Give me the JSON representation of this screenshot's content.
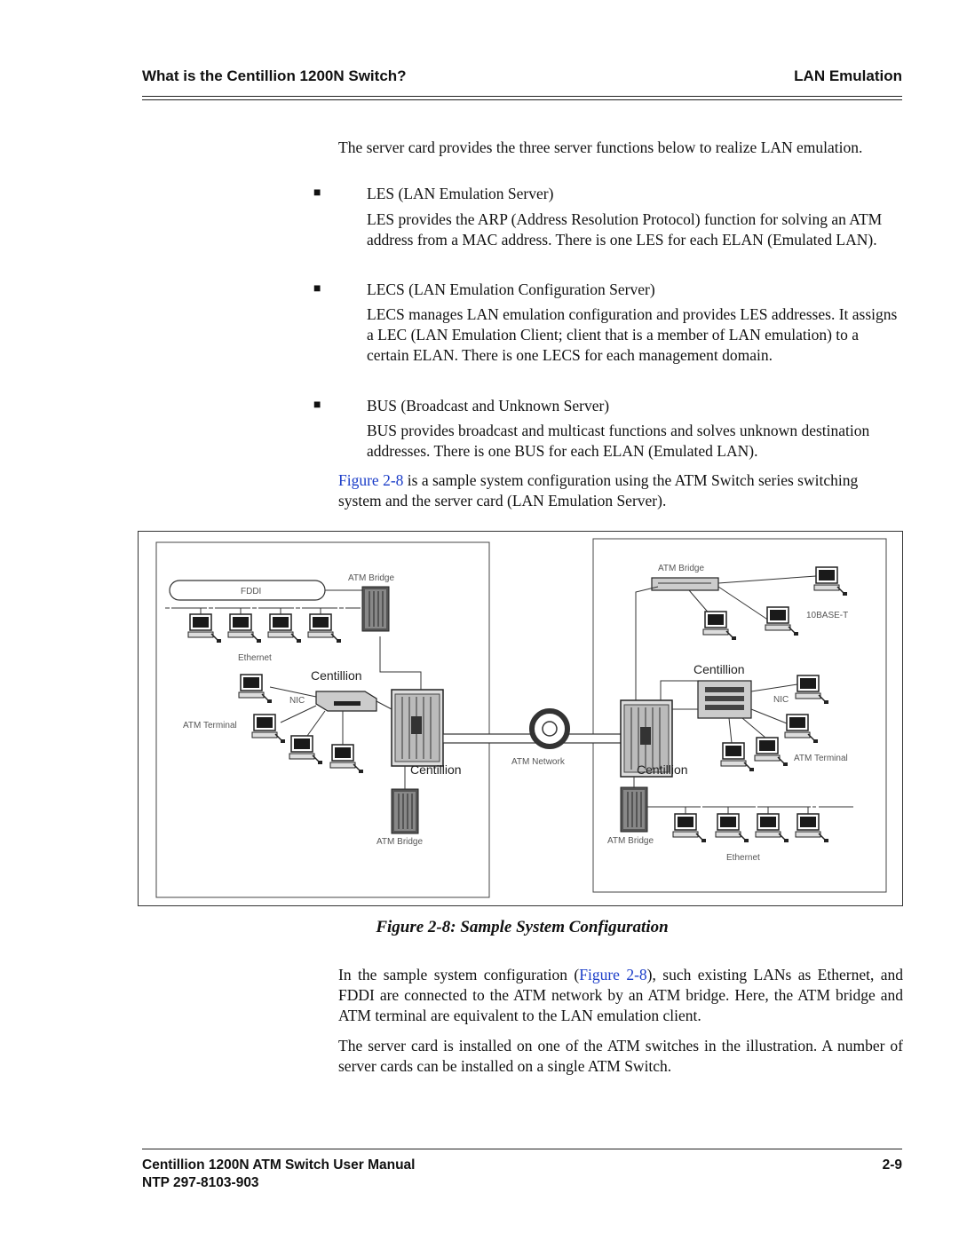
{
  "header": {
    "left": "What is the Centillion 1200N Switch?",
    "right": "LAN Emulation"
  },
  "intro": "The server card provides the three server functions below to realize LAN emulation.",
  "items": [
    {
      "title": "LES (LAN Emulation Server)",
      "desc": "LES provides the ARP (Address Resolution Protocol) function for solving an ATM address from a MAC address. There is one LES for each ELAN (Emulated LAN)."
    },
    {
      "title": "LECS (LAN Emulation Configuration Server)",
      "desc": "LECS manages LAN emulation configuration and provides LES addresses. It assigns a LEC (LAN Emulation Client; client that is a member of LAN emulation) to a certain ELAN. There is one LECS for each management domain."
    },
    {
      "title": "BUS (Broadcast and Unknown Server)",
      "desc": "BUS provides broadcast and multicast functions and solves unknown destination addresses. There is one BUS for each ELAN (Emulated LAN)."
    }
  ],
  "ref_para": {
    "link": "Figure 2-8",
    "text": " is a sample system configuration using the ATM Switch series switching system and the server card (LAN Emulation Server)."
  },
  "figure": {
    "labels": {
      "fddi": "FDDI",
      "atm_bridge": "ATM Bridge",
      "ethernet": "Ethernet",
      "centillion": "Centillion",
      "nic": "NIC",
      "atm_terminal": "ATM Terminal",
      "atm_network": "ATM Network",
      "tenbase_t": "10BASE-T"
    },
    "caption": "Figure 2-8:  Sample System Configuration"
  },
  "para2": {
    "before": "In the sample system configuration (",
    "link": "Figure 2-8",
    "after": "), such existing LANs as Ethernet, and FDDI are connected to the ATM network by an ATM bridge. Here, the ATM bridge and ATM terminal are equivalent to the LAN emulation client."
  },
  "para3": "The server card is installed on one of the ATM switches in the illustration. A number of server cards can be installed on a single ATM Switch.",
  "footer": {
    "title": "Centillion 1200N ATM Switch User Manual",
    "page": "2-9",
    "ntp": "NTP 297-8103-903"
  }
}
